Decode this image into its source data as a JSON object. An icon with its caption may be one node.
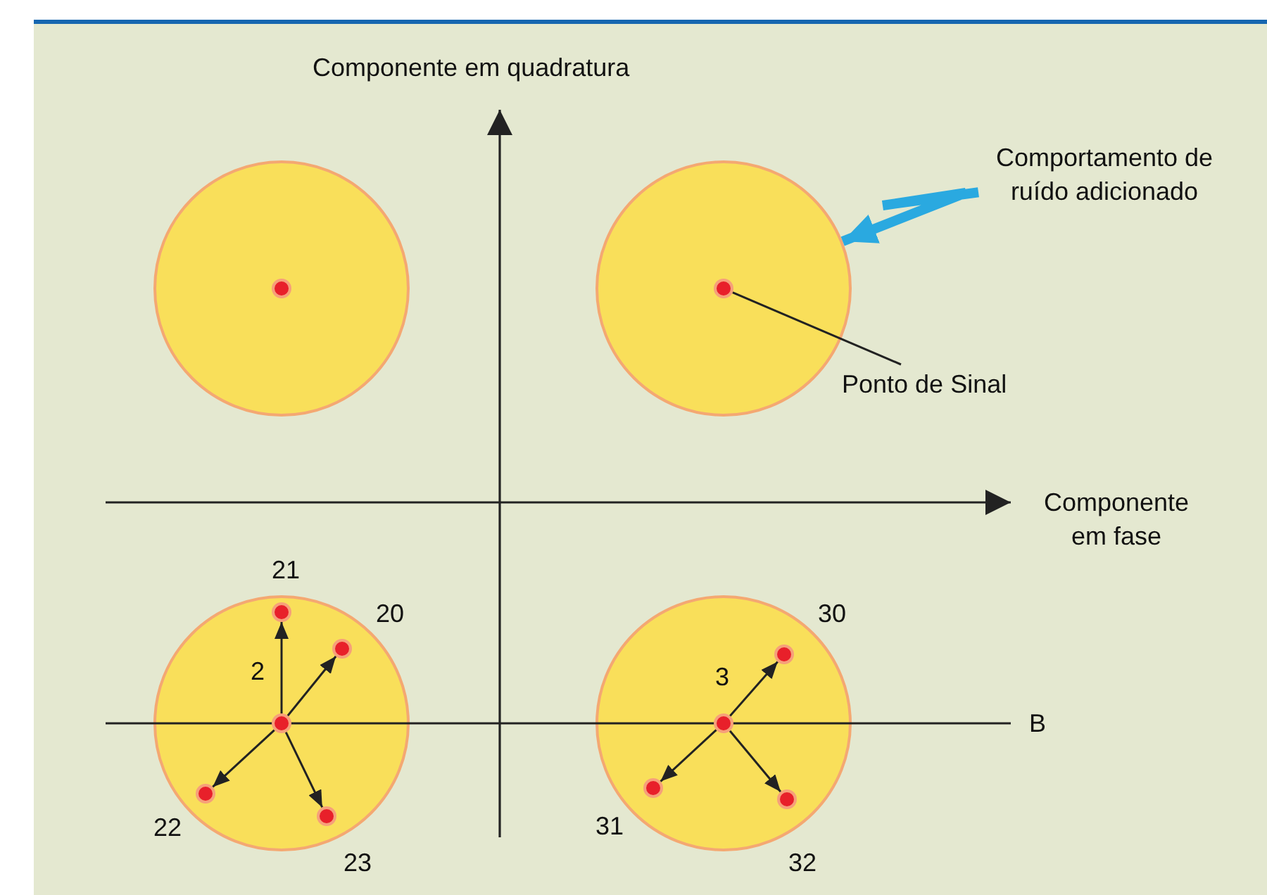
{
  "diagram": {
    "nodes": [
      {
        "text": [],
        "shape": "circle"
      },
      {
        "text": [],
        "shape": "circle",
        "in": 0
      },
      {
        "text": [],
        "shape": "circle"
      },
      {
        "text": [],
        "shape": "circle",
        "in": 2
      },
      {
        "text": [
          "Ponto de Sinal"
        ]
      },
      {
        "text": [
          "Comportamento de ruído adicionado"
        ]
      },
      {
        "text": [],
        "shape": "circle"
      },
      {
        "text": [],
        "shape": "circle",
        "in": 6,
        "beside": [
          "2"
        ]
      },
      {
        "text": [],
        "shape": "circle",
        "in": 6,
        "beside": [
          "21"
        ]
      },
      {
        "text": [],
        "shape": "circle",
        "in": 6,
        "beside": [
          "20"
        ]
      },
      {
        "text": [],
        "shape": "circle",
        "in": 6,
        "beside": [
          "22"
        ]
      },
      {
        "text": [],
        "shape": "circle",
        "in": 6,
        "beside": [
          "23"
        ]
      },
      {
        "text": [],
        "shape": "circle"
      },
      {
        "text": [],
        "shape": "circle",
        "in": 12,
        "beside": [
          "3"
        ]
      },
      {
        "text": [],
        "shape": "circle",
        "in": 12,
        "beside": [
          "30"
        ]
      },
      {
        "text": [],
        "shape": "circle",
        "in": 12,
        "beside": [
          "31"
        ]
      },
      {
        "text": [],
        "shape": "circle",
        "in": 12,
        "beside": [
          "32"
        ]
      }
    ],
    "edges": [
      {
        "from": 4,
        "to": 3,
        "arrow": "none"
      },
      {
        "from": 5,
        "to": 2,
        "arrow": "to",
        "style": "thick",
        "color": "#2aa9e0"
      },
      {
        "from": 7,
        "to": 8,
        "arrow": "to"
      },
      {
        "from": 7,
        "to": 9,
        "arrow": "to"
      },
      {
        "from": 7,
        "to": 10,
        "arrow": "to"
      },
      {
        "from": 7,
        "to": 11,
        "arrow": "to"
      },
      {
        "from": 13,
        "to": 14,
        "arrow": "to"
      },
      {
        "from": 13,
        "to": 15,
        "arrow": "to"
      },
      {
        "from": 13,
        "to": 16,
        "arrow": "to"
      }
    ],
    "labels": [
      "Componente em quadratura",
      "Componente em fase",
      "B"
    ]
  }
}
